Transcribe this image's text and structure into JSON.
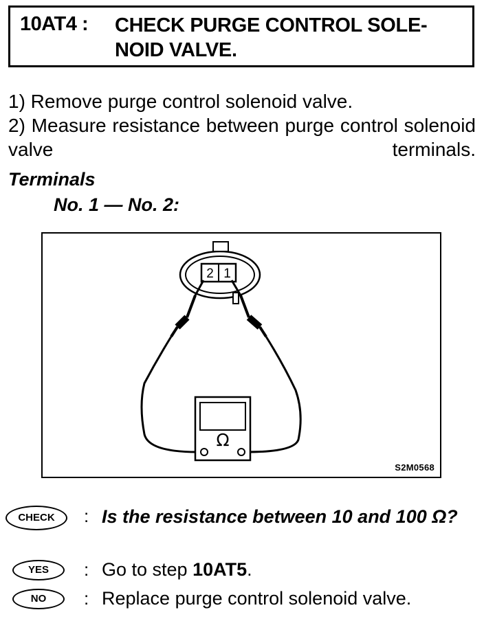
{
  "header": {
    "step_code": "10AT4 :",
    "title": "CHECK PURGE CONTROL SOLE-NOID VALVE."
  },
  "instructions": {
    "step1": "1) Remove purge control solenoid valve.",
    "step2": "2) Measure resistance between purge control solenoid valve terminals."
  },
  "terminals": {
    "heading": "Terminals",
    "pair": "No. 1 — No. 2:"
  },
  "figure": {
    "terminal_labels": [
      "2",
      "1"
    ],
    "meter_symbol": "Ω",
    "figure_id": "S2M0568"
  },
  "check": {
    "badge": "CHECK",
    "colon": ":",
    "question": "Is the resistance between 10 and 100 Ω?"
  },
  "yes": {
    "badge": "YES",
    "colon": ":",
    "text_prefix": "Go to step ",
    "step": "10AT5",
    "text_suffix": "."
  },
  "no": {
    "badge": "NO",
    "colon": ":",
    "text": "Replace purge control solenoid valve."
  }
}
